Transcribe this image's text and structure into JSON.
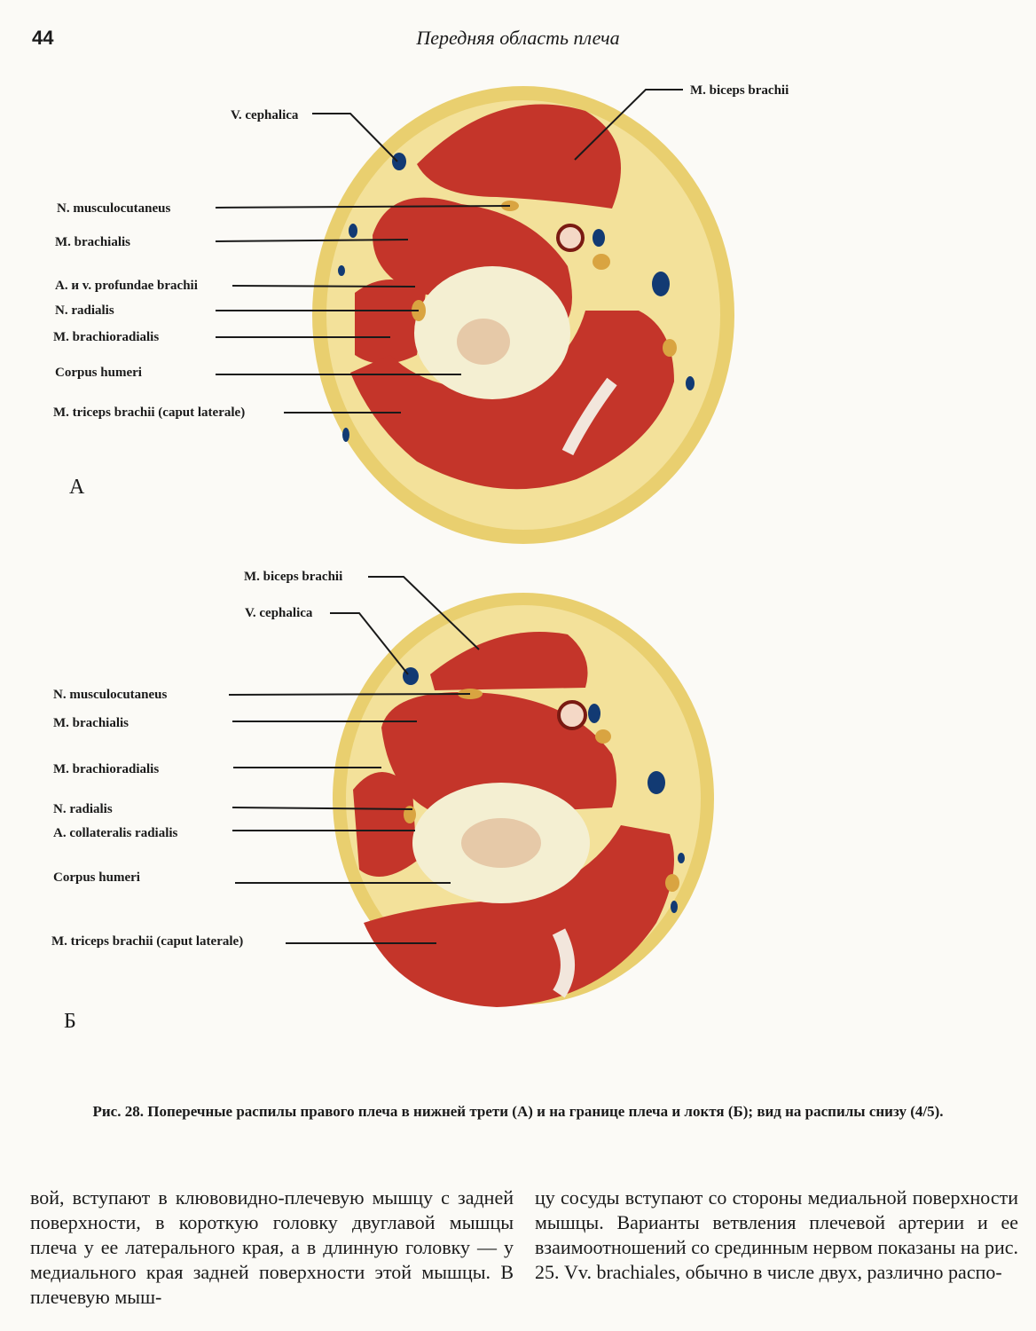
{
  "header": {
    "page_number": "44",
    "running_title": "Передняя область плеча"
  },
  "figure_a": {
    "panel_letter": "А",
    "labels": [
      "V. cephalica",
      "N. musculocutaneus",
      "M. brachialis",
      "A. и v. profundae brachii",
      "N. radialis",
      "M. brachioradialis",
      "Corpus humeri",
      "M. triceps brachii (caput laterale)",
      "M. biceps brachii"
    ]
  },
  "figure_b": {
    "panel_letter": "Б",
    "labels": [
      "M. biceps brachii",
      "V. cephalica",
      "N. musculocutaneus",
      "M. brachialis",
      "M. brachioradialis",
      "N. radialis",
      "A. collateralis radialis",
      "Corpus humeri",
      "M. triceps brachii (caput laterale)"
    ]
  },
  "caption": "Рис. 28. Поперечные распилы правого плеча в нижней трети (А) и на границе плеча и локтя (Б); вид на распилы снизу (4/5).",
  "body_text": {
    "left": "вой, вступают в клювовидно-плечевую мышцу с задней поверхности, в короткую головку двуглавой мышцы плеча у ее латерального края, а в длинную головку — у медиального края задней поверхности этой мышцы. В плечевую мыш-",
    "right": "цу сосуды вступают со стороны медиальной поверхности мышцы. Варианты ветвления плечевой артерии и ее взаимоотношений со срединным нервом показаны на рис. 25. Vv. brachiales, обычно в числе двух, различно распо-"
  },
  "colors": {
    "skin": "#e9cf6f",
    "fat": "#f3e19a",
    "muscle": "#c4352a",
    "muscle_dark": "#9e2419",
    "bone": "#f4efd2",
    "marrow": "#e6c9a8",
    "vein": "#123a73",
    "nerve": "#d9a441",
    "fascia": "#f2e6dc"
  }
}
